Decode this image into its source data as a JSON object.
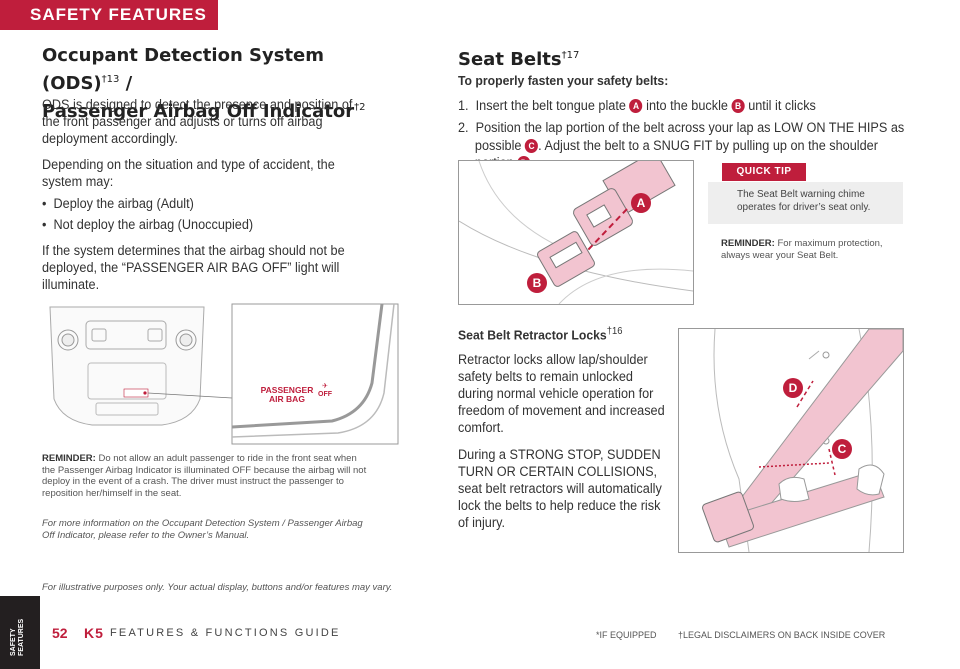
{
  "header": {
    "tab_label": "SAFETY FEATURES"
  },
  "sidebar": {
    "label": "SAFETY FEATURES"
  },
  "ods": {
    "title_line1": "Occupant Detection System (ODS)",
    "title_sup1": "†13",
    "title_sep": " /",
    "title_line2": "Passenger Airbag Off Indicator",
    "title_sup2": "†2",
    "para1": "ODS is designed to detect the presence and position of the front passenger and adjusts or turns off airbag deployment accordingly.",
    "para2": "Depending on the situation and type of accident, the system may:",
    "bullets": [
      "Deploy the airbag (Adult)",
      "Not deploy the airbag (Unoccupied)"
    ],
    "para3": "If the system determines that the airbag should not be deployed, the “PASSENGER AIR BAG OFF” light will illuminate.",
    "indicator_line1": "PASSENGER",
    "indicator_line2": "AIR BAG",
    "indicator_off": "OFF",
    "reminder_label": "REMINDER:",
    "reminder_text": " Do not allow an adult passenger to ride in the front seat when the Passenger Airbag Indicator is illuminated OFF because the airbag will not deploy in the event of a crash. The driver must instruct the passenger to reposition her/himself in the seat.",
    "more_info": "For more information on the Occupant Detection System / Passenger Airbag Off Indicator, please refer to the Owner’s Manual.",
    "illustrative": "For illustrative purposes only. Your actual display, buttons and/or features may vary."
  },
  "belts": {
    "title": "Seat Belts",
    "title_sup": "†17",
    "subtitle": "To properly fasten your safety belts:",
    "step1_num": "1.",
    "step1_a": "Insert the belt tongue plate ",
    "step1_b": " into the buckle ",
    "step1_c": " until it clicks",
    "step2_num": "2.",
    "step2_a": "Position the lap portion of the belt across your lap as LOW ON THE HIPS as",
    "step2_b": "possible ",
    "step2_c": ". Adjust the belt to a SNUG FIT by pulling up on the shoulder portion ",
    "badge_a": "A",
    "badge_b": "B",
    "badge_c": "C",
    "badge_d": "D",
    "quick_tip_label": "QUICK TIP",
    "quick_tip_text": "The Seat Belt warning chime operates for driver’s seat only.",
    "reminder_label": "REMINDER:",
    "reminder_text": " For maximum protection, always wear your Seat Belt.",
    "retractor_title": "Seat Belt Retractor Locks",
    "retractor_sup": "†16",
    "retractor_p1": "Retractor locks allow lap/shoulder safety belts to remain unlocked during normal vehicle operation for freedom of movement and increased comfort.",
    "retractor_p2": "During a STRONG STOP, SUDDEN TURN OR CERTAIN COLLISIONS, seat belt retractors will automatically lock the belts to help reduce the risk of injury."
  },
  "footer": {
    "page_number": "52",
    "model": "K5",
    "guide": "FEATURES & FUNCTIONS GUIDE",
    "if_equipped": "*IF EQUIPPED",
    "legal": "†LEGAL DISCLAIMERS ON BACK INSIDE COVER"
  },
  "colors": {
    "accent": "#bf1e3c",
    "belt_pink": "#f2c4d0"
  }
}
